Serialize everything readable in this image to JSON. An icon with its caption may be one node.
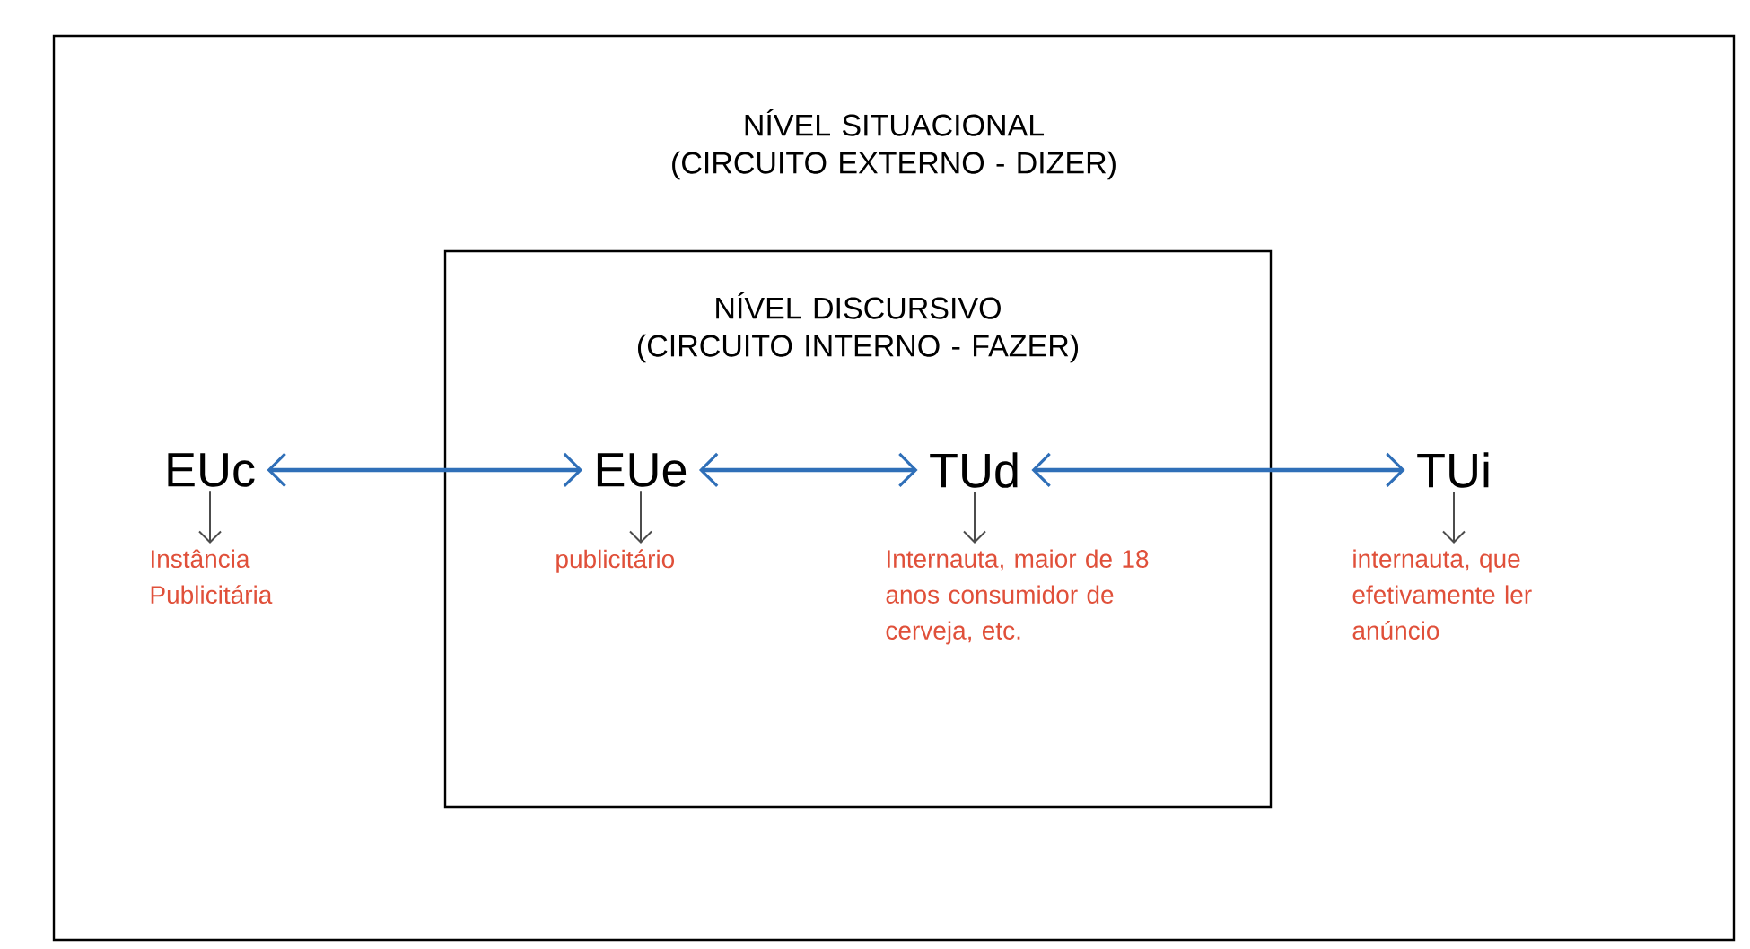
{
  "diagram": {
    "nodes": [
      {
        "text": [
          "NÍVEL SITUACIONAL (CIRCUITO EXTERNO - DIZER)"
        ]
      },
      {
        "text": [
          "NÍVEL DISCURSIVO (CIRCUITO INTERNO - FAZER)"
        ],
        "in": 0
      },
      {
        "text": [
          "EUc"
        ],
        "in": 0
      },
      {
        "text": [
          "Instância Publicitária"
        ],
        "in": 0
      },
      {
        "text": [
          "EUe"
        ],
        "in": 1
      },
      {
        "text": [
          "publicitário"
        ],
        "in": 1
      },
      {
        "text": [
          "TUd"
        ],
        "in": 1
      },
      {
        "text": [
          "Internauta, maior de 18 anos consumidor de cerveja, etc."
        ],
        "in": 1
      },
      {
        "text": [
          "TUi"
        ],
        "in": 0
      },
      {
        "text": [
          "internauta, que efetivamente ler anúncio"
        ],
        "in": 0
      }
    ],
    "edges": [
      {
        "from": 2,
        "to": 4,
        "arrow": "both",
        "color": "#2f6fb8"
      },
      {
        "from": 4,
        "to": 6,
        "arrow": "both",
        "color": "#2f6fb8"
      },
      {
        "from": 6,
        "to": 8,
        "arrow": "both",
        "color": "#2f6fb8"
      },
      {
        "from": 2,
        "to": 3,
        "arrow": "to"
      },
      {
        "from": 4,
        "to": 5,
        "arrow": "to"
      },
      {
        "from": 6,
        "to": 7,
        "arrow": "to"
      },
      {
        "from": 8,
        "to": 9,
        "arrow": "to"
      }
    ]
  }
}
